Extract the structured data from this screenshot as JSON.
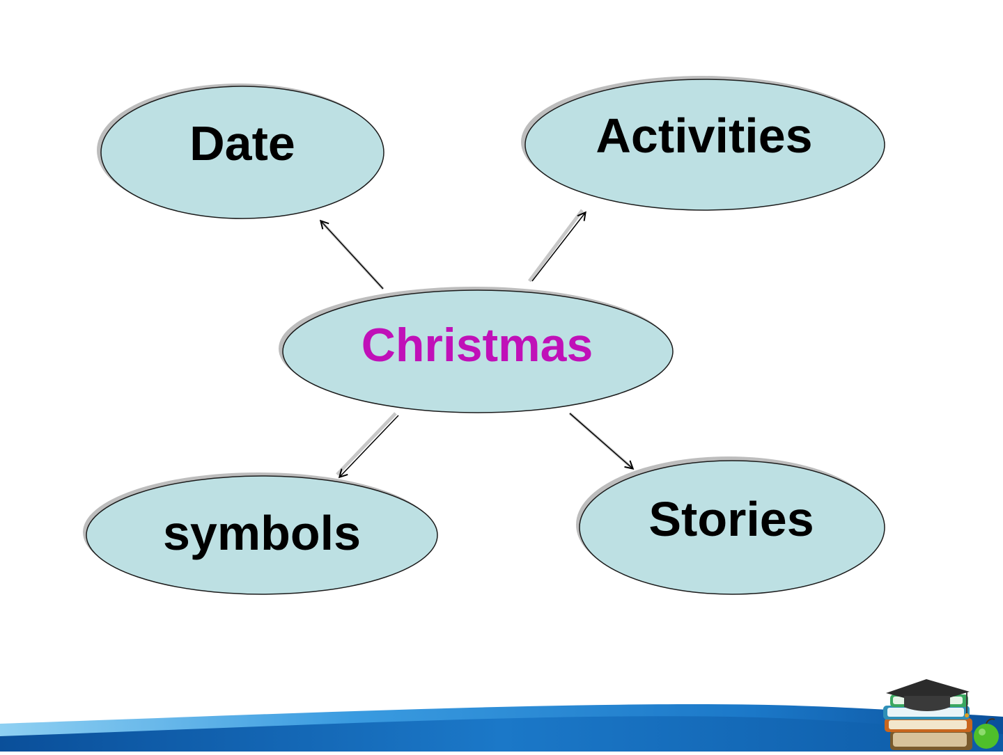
{
  "mindmap": {
    "center": {
      "label": "Christmas",
      "color": "#c010b8"
    },
    "nodes": [
      {
        "id": "date",
        "label": "Date"
      },
      {
        "id": "activities",
        "label": "Activities"
      },
      {
        "id": "symbols",
        "label": "symbols"
      },
      {
        "id": "stories",
        "label": "Stories"
      }
    ]
  },
  "theme": {
    "bubble_fill": "#bde0e3",
    "bubble_stroke": "#1a1a1a",
    "text_color": "#000000",
    "footer_colors": [
      "#0a4f9a",
      "#1b78c8",
      "#3a9be0",
      "#8fd0f2"
    ]
  },
  "decorations": {
    "footer_icon": "books-graduation-cap-apple-icon"
  }
}
